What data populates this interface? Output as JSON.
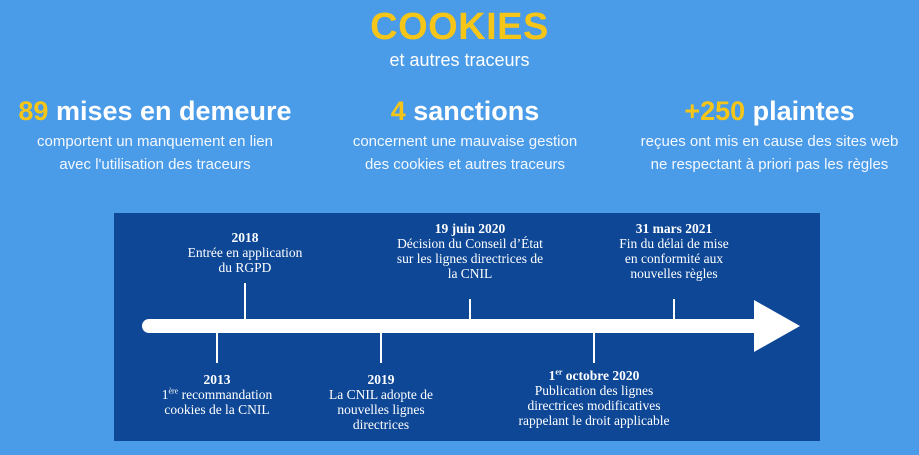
{
  "header": {
    "title": "COOKIES",
    "subtitle": "et autres traceurs"
  },
  "stats": [
    {
      "number": "89",
      "label": " mises en demeure",
      "desc_lines": [
        "comportent un manquement en lien",
        "avec l'utilisation des traceurs"
      ]
    },
    {
      "number": "4",
      "label": " sanctions",
      "desc_lines": [
        "concernent une mauvaise gestion",
        "des cookies et autres traceurs"
      ]
    },
    {
      "number": "+250",
      "label": " plaintes",
      "desc_lines": [
        "reçues ont mis en cause des sites web",
        "ne respectant à priori pas les règles"
      ]
    }
  ],
  "timeline": {
    "above": [
      {
        "date": "2018",
        "lines": [
          "Entrée en application",
          "du RGPD"
        ]
      },
      {
        "date": "19 juin 2020",
        "lines": [
          "Décision du Conseil d’État",
          "sur les lignes directrices de",
          "la CNIL"
        ]
      },
      {
        "date": "31 mars 2021",
        "lines": [
          "Fin du délai de mise",
          "en conformité aux",
          "nouvelles règles"
        ]
      }
    ],
    "below": [
      {
        "date": "2013",
        "ordinal_num": "1",
        "ordinal_sup": "ère",
        "ordinal_rest": " recommandation",
        "lines": [
          "cookies de la CNIL"
        ]
      },
      {
        "date": "2019",
        "lines": [
          "La CNIL adopte de",
          "nouvelles lignes",
          "directrices"
        ]
      },
      {
        "date_num": "1",
        "date_sup": "er",
        "date_rest": " octobre 2020",
        "lines": [
          "Publication des lignes",
          "directrices modificatives",
          "rappelant le droit applicable"
        ]
      }
    ]
  },
  "colors": {
    "background": "#4a9be8",
    "accent": "#f5c518",
    "panel": "#0d4796",
    "arrow": "#ffffff"
  }
}
